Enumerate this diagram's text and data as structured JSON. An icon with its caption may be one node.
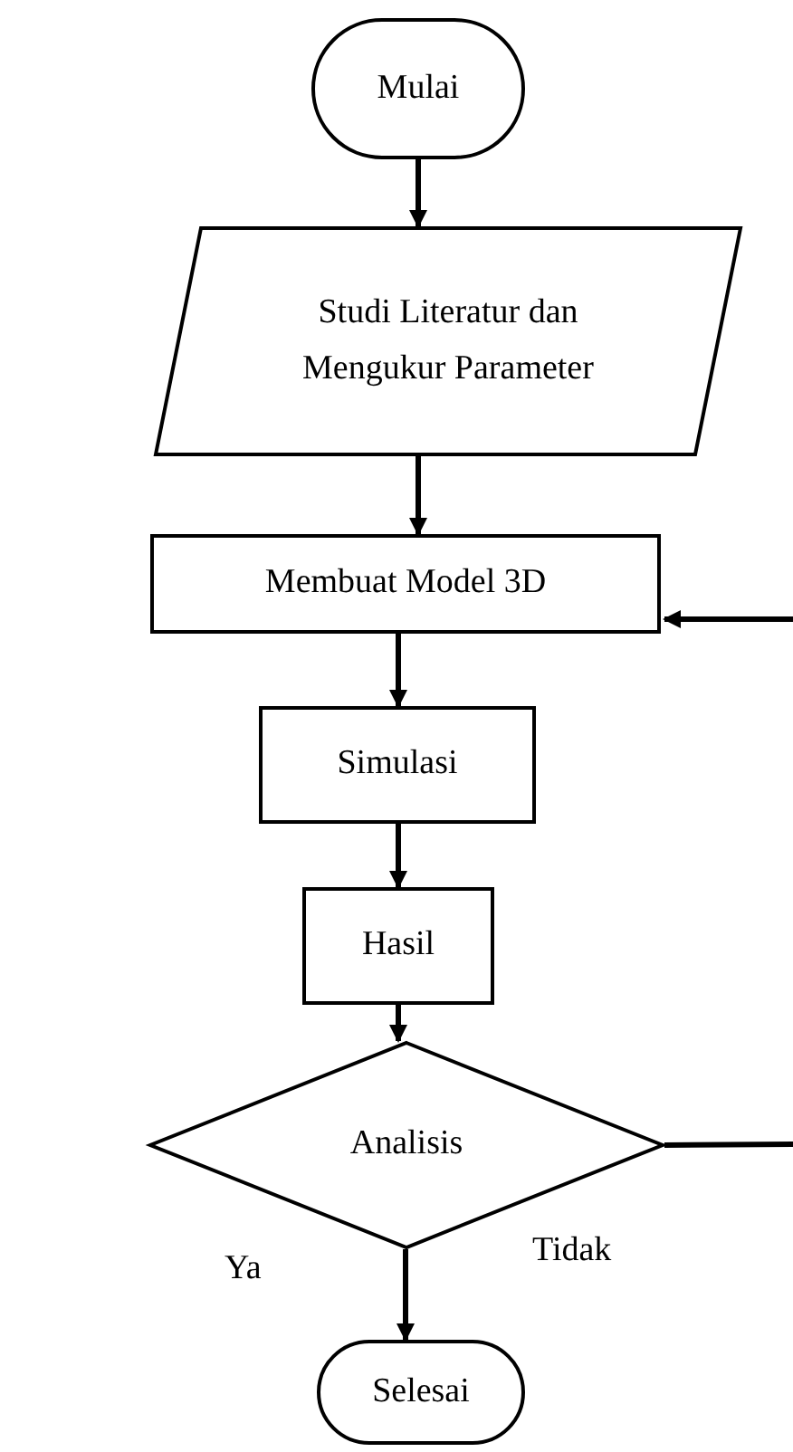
{
  "diagram": {
    "nodes": [
      {
        "text": [
          "Mulai"
        ]
      },
      {
        "text": [
          "Studi Literatur dan Mengukur Parameter"
        ]
      },
      {
        "text": [
          "Membuat Model 3D"
        ]
      },
      {
        "text": [
          "Simulasi"
        ]
      },
      {
        "text": [
          "Hasil"
        ]
      },
      {
        "text": [
          "Analisis"
        ]
      },
      {
        "text": [
          "Selesai"
        ]
      }
    ],
    "edges": [
      {
        "from": 0,
        "to": 1,
        "arrow": "to"
      },
      {
        "from": 1,
        "to": 2,
        "arrow": "to"
      },
      {
        "from": 2,
        "to": 3,
        "arrow": "to"
      },
      {
        "from": 3,
        "to": 4,
        "arrow": "to"
      },
      {
        "from": 4,
        "to": 5,
        "arrow": "to"
      },
      {
        "from": 5,
        "to": 6,
        "arrow": "to",
        "label": "Ya"
      },
      {
        "from": 5,
        "to": null,
        "arrow": "none",
        "label": "Tidak"
      },
      {
        "from": null,
        "to": 2,
        "arrow": "to"
      }
    ]
  }
}
